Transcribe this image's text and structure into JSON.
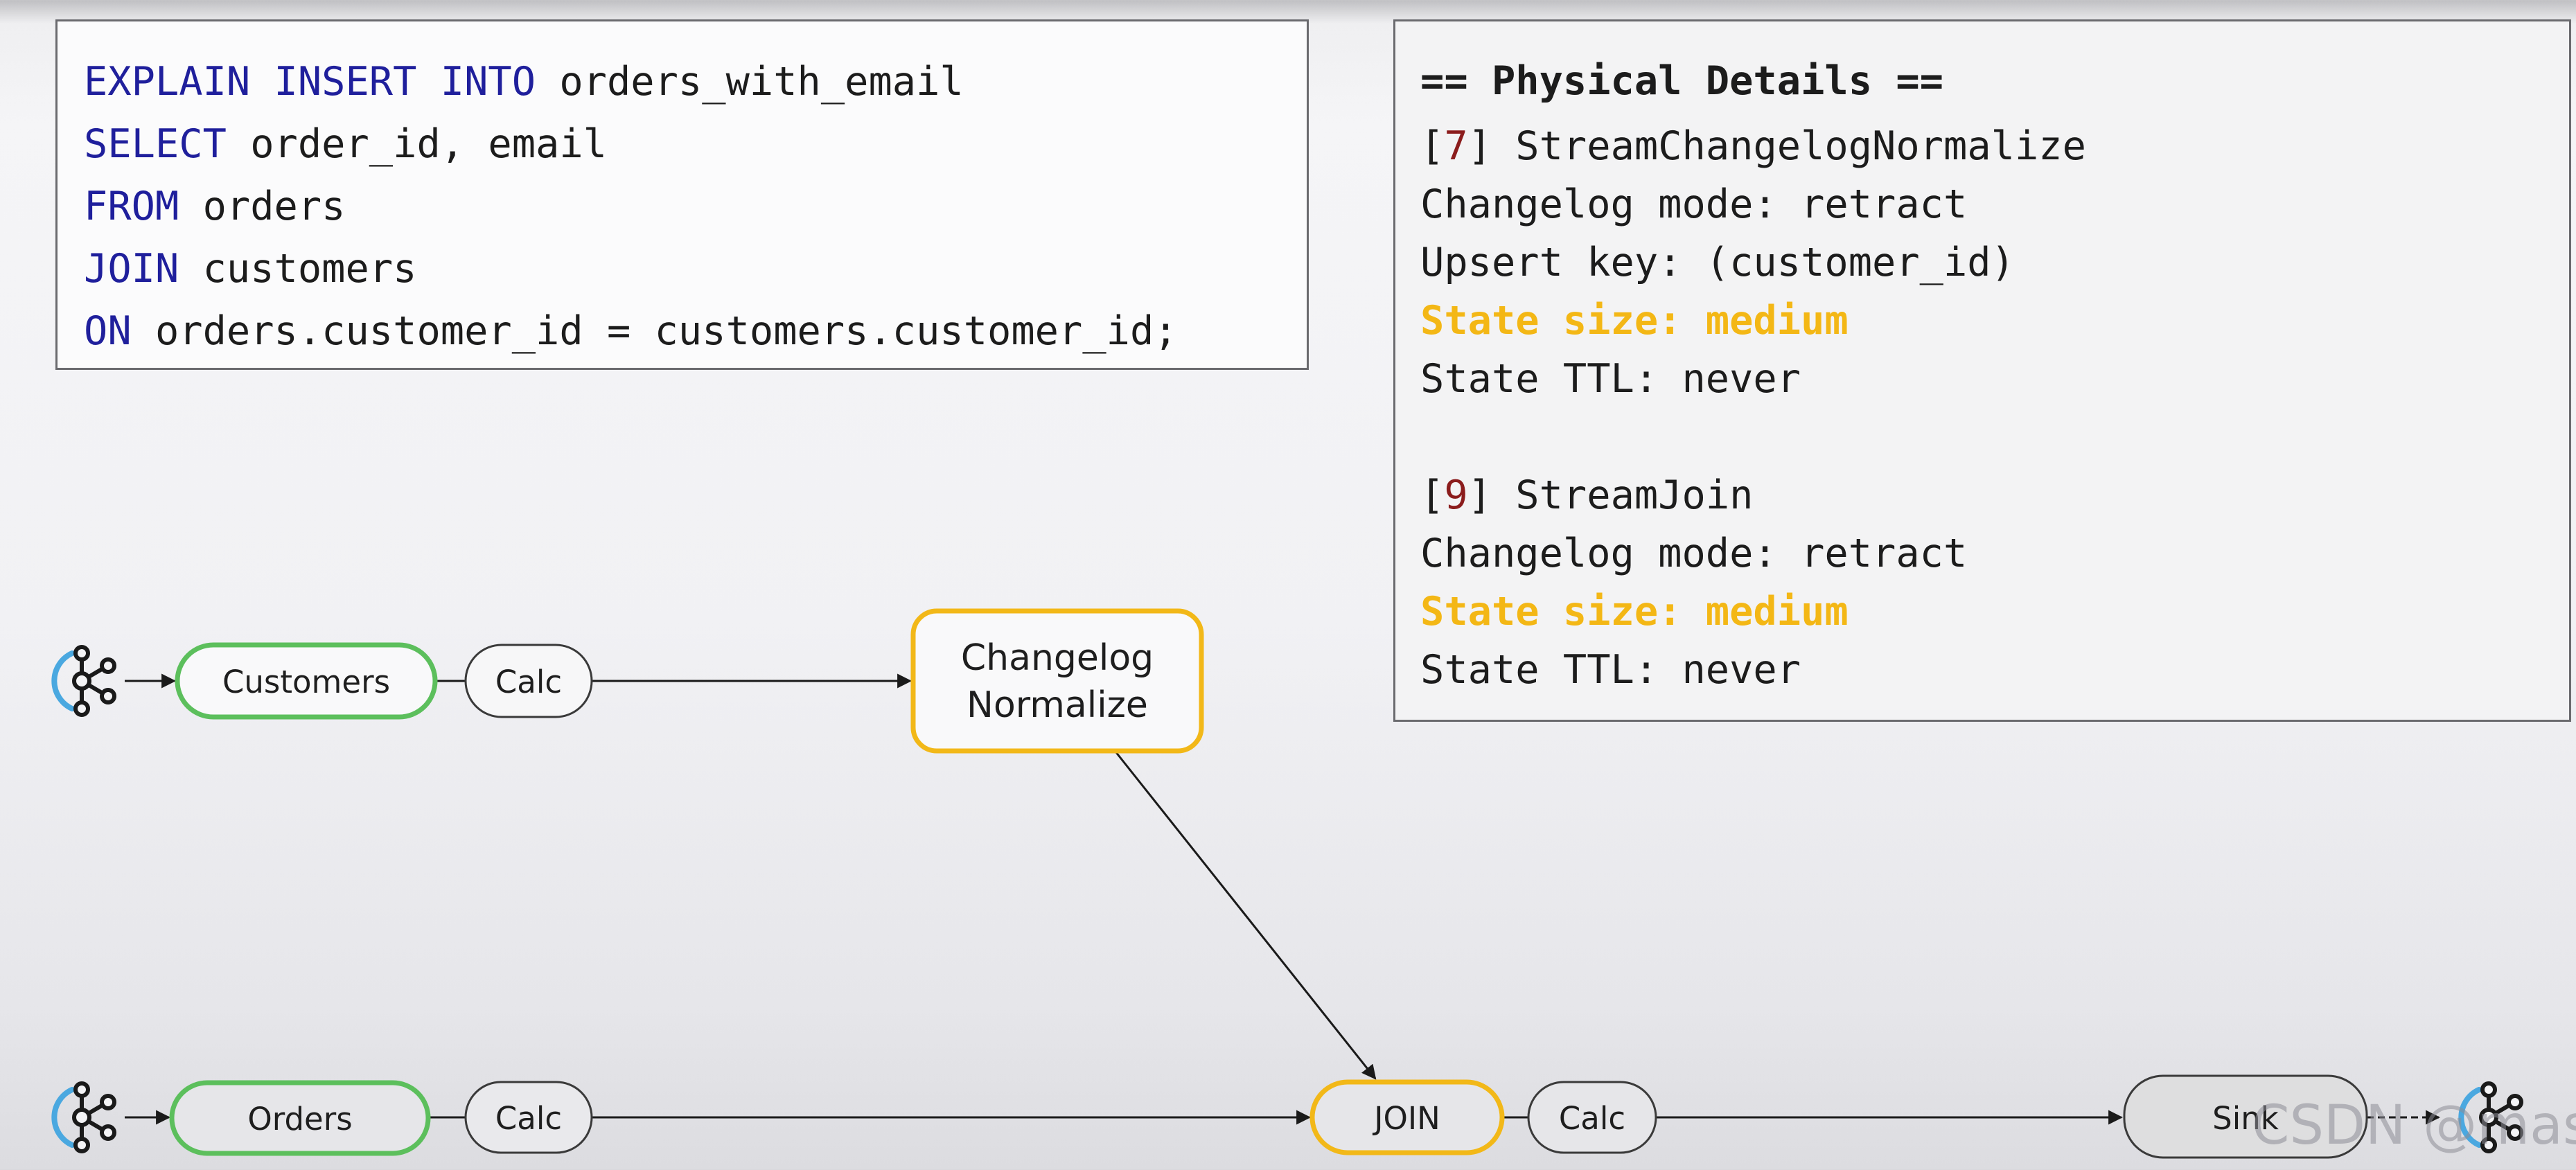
{
  "sql": {
    "lines": [
      {
        "kw": "EXPLAIN INSERT INTO",
        "rest": " orders_with_email"
      },
      {
        "kw": "SELECT",
        "rest": " order_id, email"
      },
      {
        "kw": "FROM",
        "rest": " orders"
      },
      {
        "kw": "JOIN",
        "rest": " customers"
      },
      {
        "kw": "ON",
        "rest": " orders.customer_id = customers.customer_id;"
      }
    ]
  },
  "details": {
    "title": "== Physical Details ==",
    "op1": {
      "bracket_open": "[",
      "id": "7",
      "bracket_close": "] ",
      "name": "StreamChangelogNormalize",
      "mode": "Changelog mode: retract",
      "upsert": "Upsert key: (customer_id)",
      "state_size": "State size: medium",
      "ttl": "State TTL: never"
    },
    "op2": {
      "bracket_open": "[",
      "id": "9",
      "bracket_close": "] ",
      "name": "StreamJoin",
      "mode": "Changelog mode: retract",
      "state_size": "State size: medium",
      "ttl": "State TTL: never"
    }
  },
  "flow": {
    "customers": "Customers",
    "calc_top": "Calc",
    "normalize_line1": "Changelog",
    "normalize_line2": "Normalize",
    "orders": "Orders",
    "calc_bottom": "Calc",
    "join": "JOIN",
    "calc_after_join": "Calc",
    "sink": "Sink"
  },
  "colors": {
    "source_border": "#5cbf5c",
    "operator_border": "#f2b818",
    "neutral_border": "#3a3a3a",
    "kafka_icon": "#1a1a1a",
    "kafka_arc": "#4aa8e0"
  },
  "icons": [
    "kafka-icon"
  ],
  "watermark": "CSDN @maskge"
}
